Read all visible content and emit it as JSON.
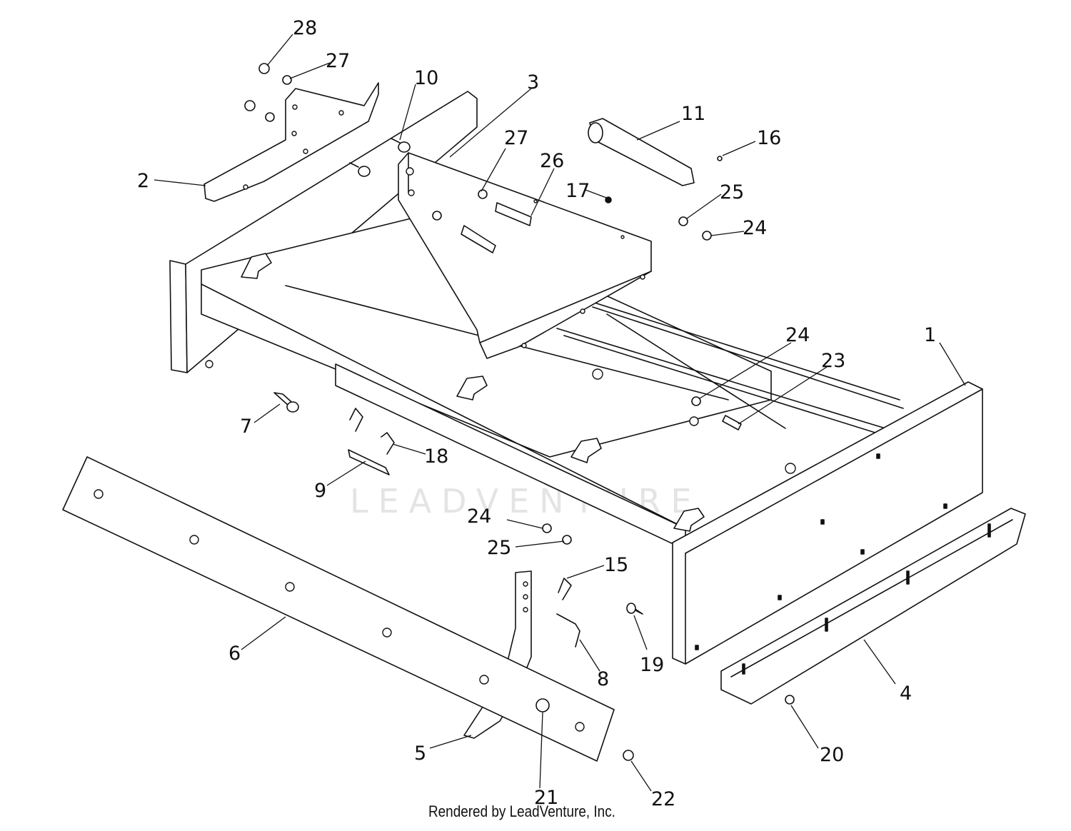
{
  "diagram": {
    "watermark": "LEADVENTURE",
    "credit": "Rendered by LeadVenture, Inc.",
    "callouts": [
      {
        "id": "1",
        "label": "1"
      },
      {
        "id": "2",
        "label": "2"
      },
      {
        "id": "3",
        "label": "3"
      },
      {
        "id": "4",
        "label": "4"
      },
      {
        "id": "5",
        "label": "5"
      },
      {
        "id": "6",
        "label": "6"
      },
      {
        "id": "7",
        "label": "7"
      },
      {
        "id": "8",
        "label": "8"
      },
      {
        "id": "9",
        "label": "9"
      },
      {
        "id": "10",
        "label": "10"
      },
      {
        "id": "11",
        "label": "11"
      },
      {
        "id": "15",
        "label": "15"
      },
      {
        "id": "16",
        "label": "16"
      },
      {
        "id": "17",
        "label": "17"
      },
      {
        "id": "18",
        "label": "18"
      },
      {
        "id": "19",
        "label": "19"
      },
      {
        "id": "20",
        "label": "20"
      },
      {
        "id": "21",
        "label": "21"
      },
      {
        "id": "22",
        "label": "22"
      },
      {
        "id": "23",
        "label": "23"
      },
      {
        "id": "24a",
        "label": "24"
      },
      {
        "id": "24b",
        "label": "24"
      },
      {
        "id": "24c",
        "label": "24"
      },
      {
        "id": "25a",
        "label": "25"
      },
      {
        "id": "25b",
        "label": "25"
      },
      {
        "id": "26",
        "label": "26"
      },
      {
        "id": "27a",
        "label": "27"
      },
      {
        "id": "27b",
        "label": "27"
      },
      {
        "id": "28",
        "label": "28"
      }
    ]
  }
}
